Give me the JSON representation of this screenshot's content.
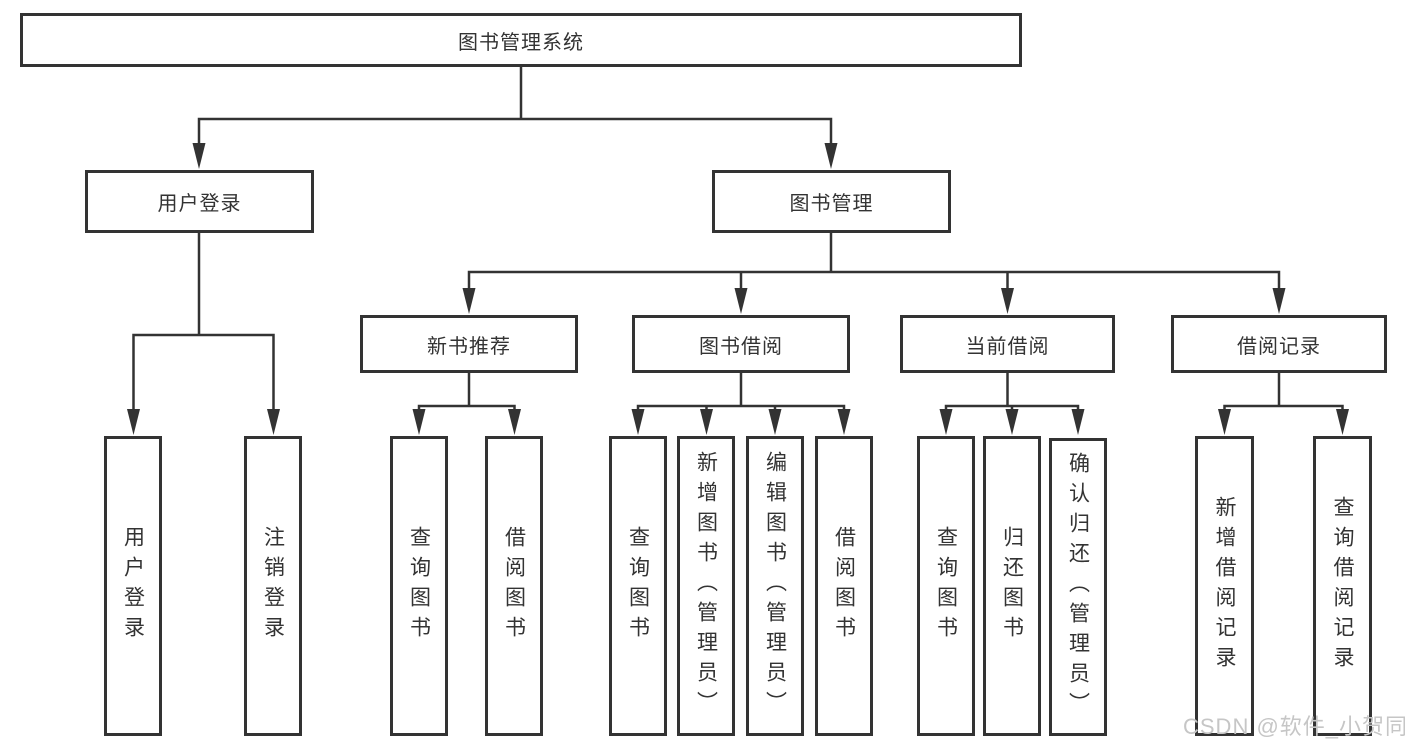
{
  "nodes": {
    "root": "图书管理系统",
    "user_login": "用户登录",
    "book_mgmt": "图书管理",
    "new_book_rec": "新书推荐",
    "book_borrow": "图书借阅",
    "current_borrow": "当前借阅",
    "borrow_records": "借阅记录",
    "ul_user_login": "用户登录",
    "ul_logout": "注销登录",
    "nbr_query_book": "查询图书",
    "nbr_borrow_book": "借阅图书",
    "bb_query_book": "查询图书",
    "bb_add_book": "新增图书（管理员）",
    "bb_edit_book": "编辑图书（管理员）",
    "bb_borrow_book": "借阅图书",
    "cb_query_book": "查询图书",
    "cb_return_book": "归还图书",
    "cb_confirm_return": "确认归还（管理员）",
    "br_add_record": "新增借阅记录",
    "br_query_record": "查询借阅记录"
  },
  "watermark": "CSDN @软件_小贺同学",
  "colors": {
    "line": "#333333",
    "box_border": "#333333",
    "box_fill": "#ffffff",
    "text": "#333333",
    "watermark": "#c6c6c6"
  }
}
